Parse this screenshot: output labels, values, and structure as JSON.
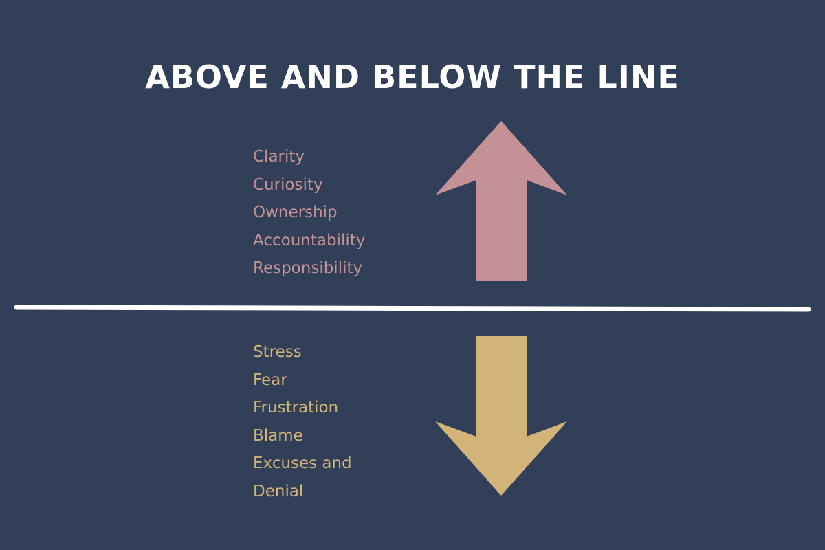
{
  "title": "ABOVE AND BELOW THE LINE",
  "above": {
    "items": [
      "Clarity",
      "Curiosity",
      "Ownership",
      "Accountability",
      "Responsibility"
    ]
  },
  "below": {
    "items": [
      "Stress",
      "Fear",
      "Frustration",
      "Blame",
      "Excuses and",
      "Denial"
    ]
  },
  "colors": {
    "background": "#323f58",
    "title": "#ffffff",
    "divider": "#ffffff",
    "above_accent": "#c49296",
    "below_accent": "#d2b478"
  },
  "icons": {
    "up_arrow": "arrow-up-icon",
    "down_arrow": "arrow-down-icon"
  }
}
